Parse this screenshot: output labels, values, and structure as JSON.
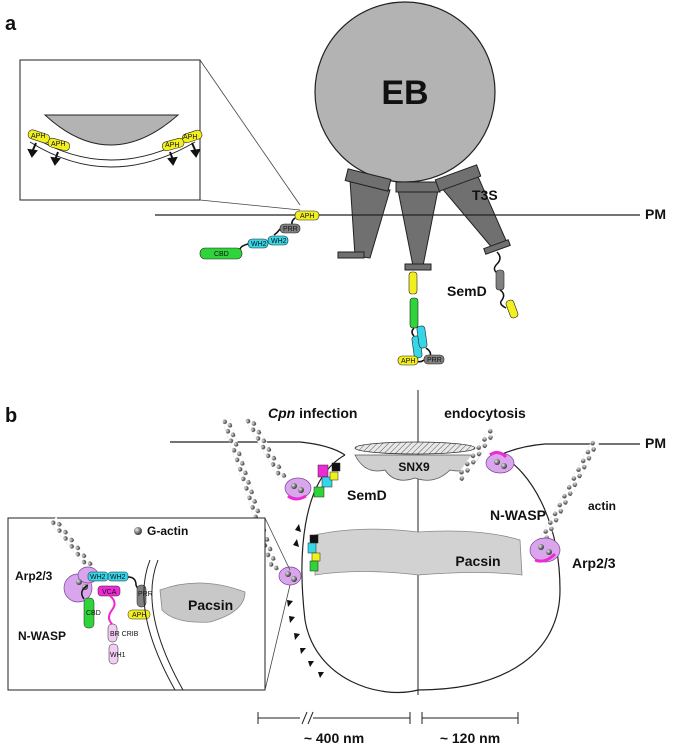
{
  "panel_a": {
    "panel_letter": "a",
    "eb_label": "EB",
    "t3s_label": "T3S",
    "pm_label": "PM",
    "semd_label": "SemD",
    "domains": {
      "aph": "APH",
      "prr": "PRR",
      "wh2": "WH2",
      "cbd": "CBD"
    }
  },
  "panel_b": {
    "panel_letter": "b",
    "cpn_italic": "Cpn",
    "cpn_rest": " infection",
    "endocytosis_label": "endocytosis",
    "pm_label": "PM",
    "snx9_label": "SNX9",
    "semd_label": "SemD",
    "nwasp_label": "N-WASP",
    "actin_label": "actin",
    "arp23_label": "Arp2/3",
    "pacsin_label": "Pacsin",
    "scale_left": "~ 400 nm",
    "scale_right": "~ 120 nm",
    "inset": {
      "gactin_label": "G-actin",
      "arp23_label": "Arp2/3",
      "nwasp_label": "N-WASP",
      "pacsin_label": "Pacsin",
      "domains": {
        "wh2": "WH2",
        "vca": "VCA",
        "cbd": "CBD",
        "prr": "PRR",
        "aph": "APH",
        "wh1": "WH1",
        "br_crib": "BR CRIB"
      }
    }
  },
  "colors": {
    "aph": "#f2ef1f",
    "prr": "#808080",
    "wh2": "#35d6e8",
    "cbd": "#2fd33a",
    "arp23": "#d9a6ee",
    "nwasp": "#ee2ad4",
    "body": "#b8b8b8",
    "pacsin": "#d2d2d2"
  }
}
